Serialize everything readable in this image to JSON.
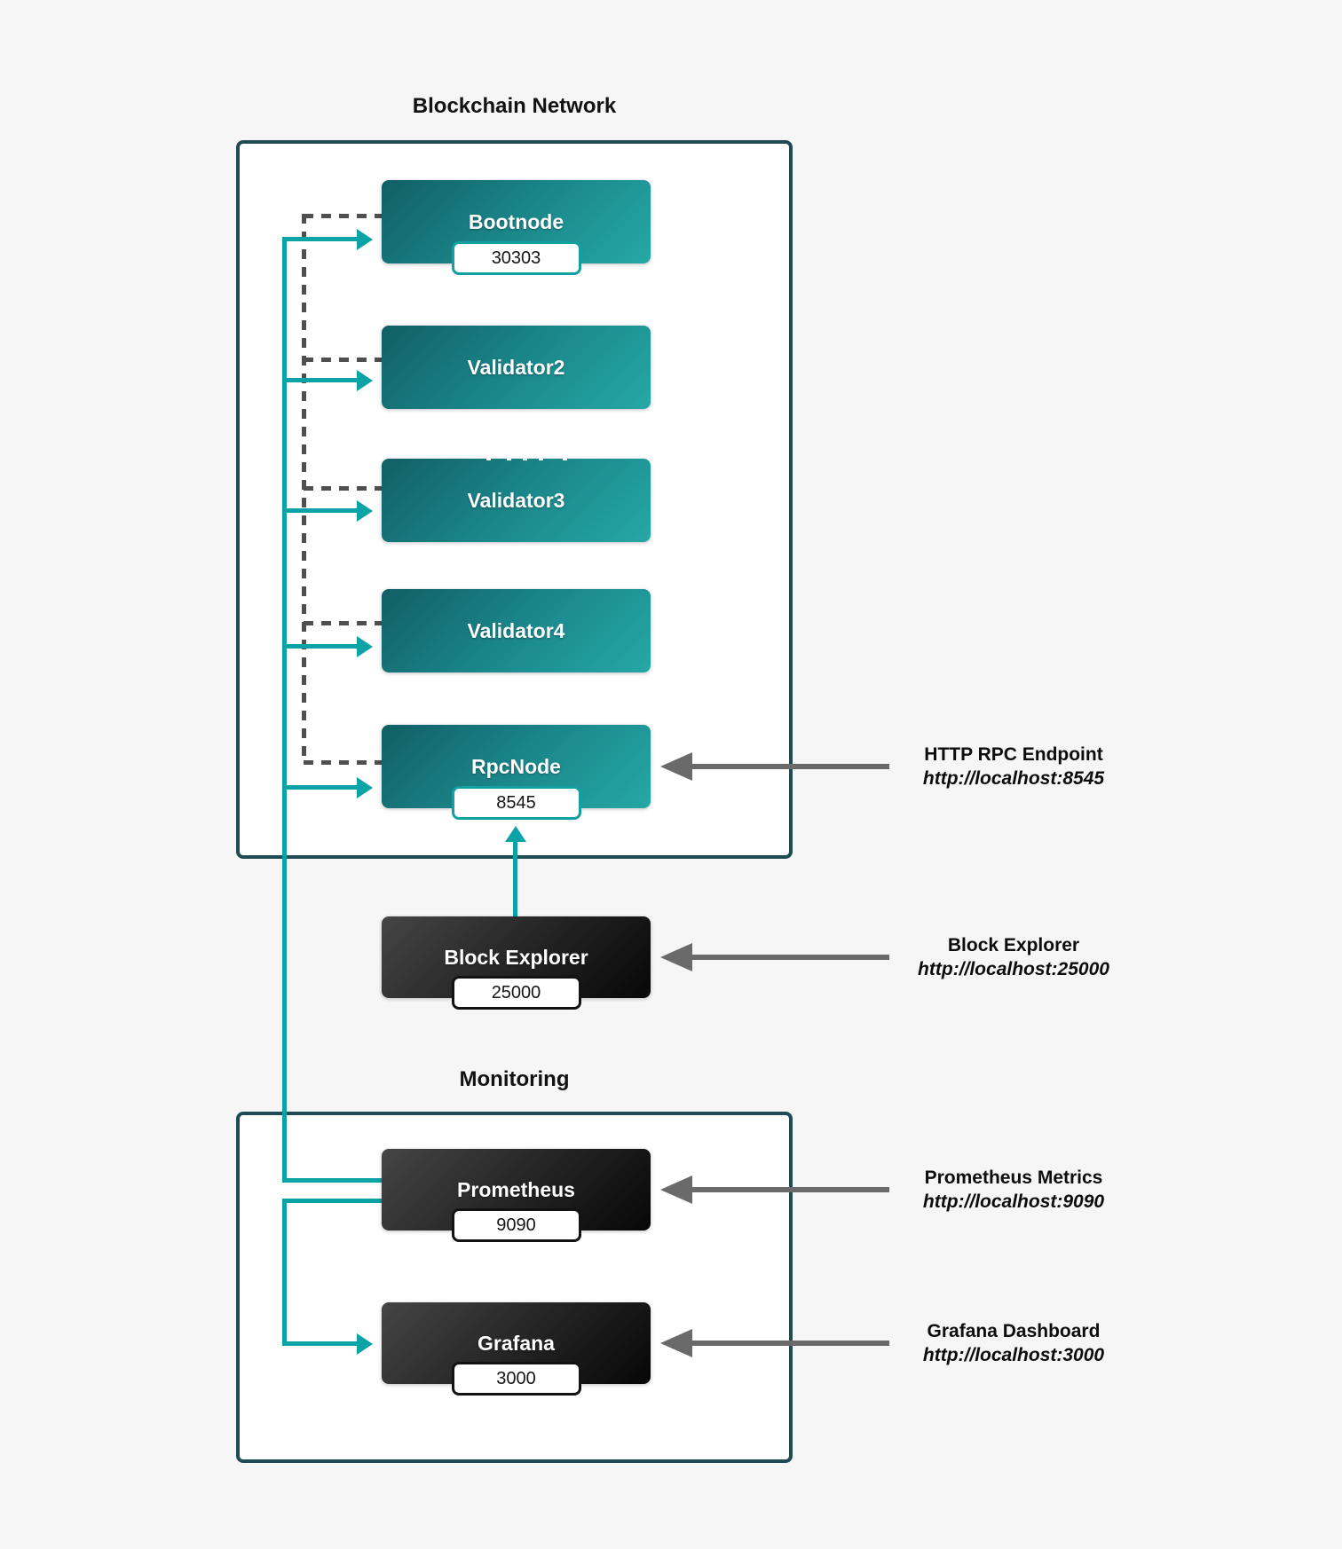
{
  "network": {
    "title": "Blockchain Network",
    "nodes": [
      {
        "label": "Bootnode",
        "port": "30303"
      },
      {
        "label": "Validator2",
        "port": ""
      },
      {
        "label": "Validator3",
        "port": ""
      },
      {
        "label": "Validator4",
        "port": ""
      },
      {
        "label": "RpcNode",
        "port": "8545"
      }
    ]
  },
  "explorer": {
    "label": "Block Explorer",
    "port": "25000"
  },
  "monitoring": {
    "title": "Monitoring",
    "nodes": [
      {
        "label": "Prometheus",
        "port": "9090"
      },
      {
        "label": "Grafana",
        "port": "3000"
      }
    ]
  },
  "annotations": [
    {
      "title": "HTTP RPC Endpoint",
      "url": "http://localhost:8545"
    },
    {
      "title": "Block Explorer",
      "url": "http://localhost:25000"
    },
    {
      "title": "Prometheus Metrics",
      "url": "http://localhost:9090"
    },
    {
      "title": "Grafana Dashboard",
      "url": "http://localhost:3000"
    }
  ],
  "colors": {
    "teal_line": "#0ba3a6",
    "container_border": "#1f4b55",
    "dashed_link": "#4f4f4f",
    "gray_arrow": "#6a6a6a",
    "node_gradient_start": "#115f66",
    "node_gradient_end": "#26a7a6",
    "dark_gradient_start": "#454545",
    "dark_gradient_end": "#070707",
    "background": "#f6f6f6"
  }
}
